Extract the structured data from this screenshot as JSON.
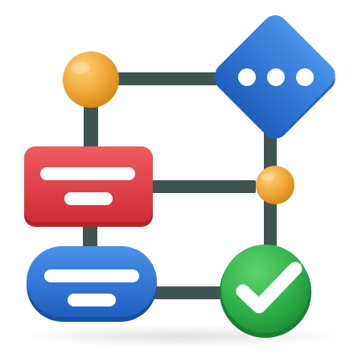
{
  "diagram": {
    "nodes": [
      {
        "id": "start-circle",
        "shape": "circle"
      },
      {
        "id": "decision-diamond",
        "shape": "diamond",
        "glyph": "ellipsis-dots"
      },
      {
        "id": "process-rectangle",
        "shape": "rounded-rectangle",
        "glyph": "text-lines"
      },
      {
        "id": "junction-circle",
        "shape": "circle"
      },
      {
        "id": "terminal-pill",
        "shape": "pill",
        "glyph": "text-lines"
      },
      {
        "id": "done-circle",
        "shape": "circle",
        "glyph": "check-icon"
      }
    ],
    "edges": [
      {
        "from": "start-circle",
        "to": "decision-diamond"
      },
      {
        "from": "start-circle",
        "to": "process-rectangle"
      },
      {
        "from": "process-rectangle",
        "to": "junction-circle"
      },
      {
        "from": "decision-diamond",
        "to": "junction-circle"
      },
      {
        "from": "process-rectangle",
        "to": "terminal-pill"
      },
      {
        "from": "junction-circle",
        "to": "done-circle"
      },
      {
        "from": "terminal-pill",
        "to": "done-circle"
      }
    ]
  },
  "colors": {
    "connector": "#3f5552",
    "orange": "#f2a93a",
    "blue": "#2f78d6",
    "red": "#e8434b",
    "green": "#2fb24a",
    "white": "#ffffff"
  }
}
